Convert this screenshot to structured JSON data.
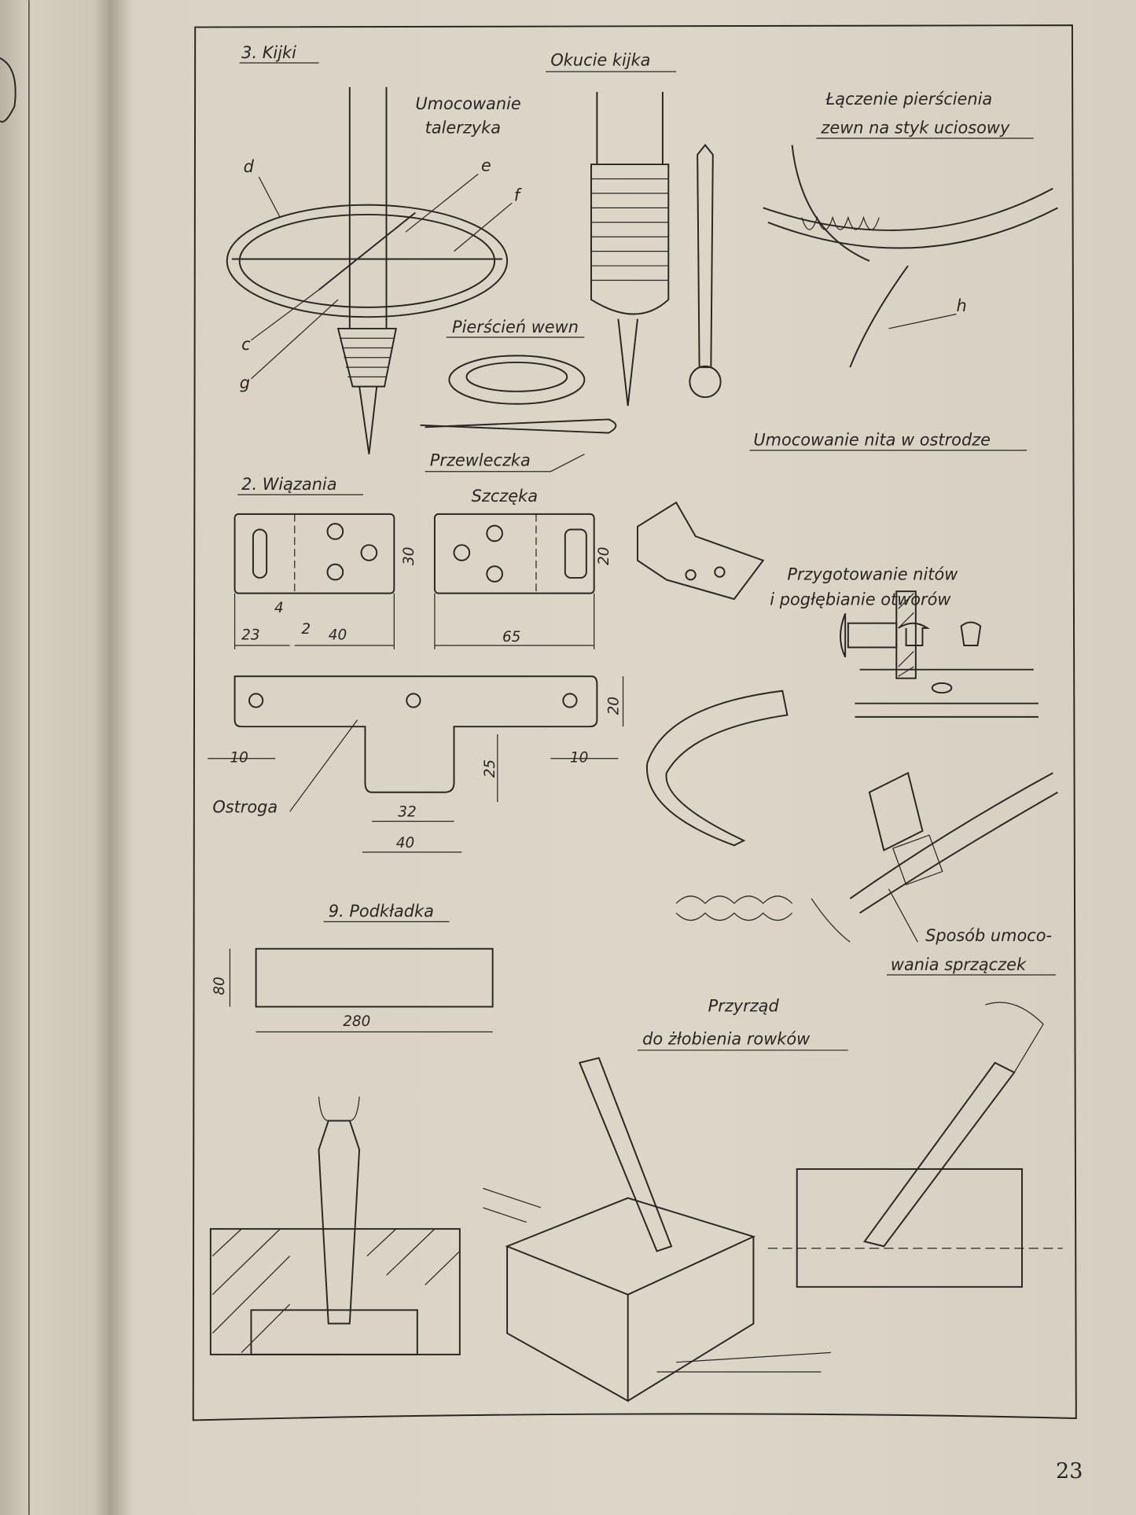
{
  "page_number": "23",
  "sections": {
    "kijki": "3. Kijki",
    "okucie": "Okucie kijka",
    "umocowanie_talerzyka": [
      "Umocowanie",
      "talerzyka"
    ],
    "laczenie": [
      "Łączenie pierścienia",
      "zewn na styk uciosowy"
    ],
    "pierscien": "Pierścień wewn",
    "przewleczka": "Przewleczka",
    "nit": "Umocowanie nita w ostrodze",
    "wiazania": "2. Wiązania",
    "szczeka": "Szczęka",
    "przygotowanie": [
      "Przygotowanie nitów",
      "i pogłębianie otworów"
    ],
    "ostroga": "Ostroga",
    "podkladka": "9. Podkładka",
    "sposob": [
      "Sposób umoco-",
      "wania sprzączek"
    ],
    "przyrzad": [
      "Przyrząd",
      "do żłobienia rowków"
    ]
  },
  "part_letters": {
    "d": "d",
    "e": "e",
    "f": "f",
    "c": "c",
    "g": "g",
    "h": "h"
  },
  "dimensions": {
    "szczeka_height": "30",
    "szczeka_slot": "20",
    "slot_width": "4",
    "slot_offset": "23",
    "gap": "2",
    "hole_span": "40",
    "szczeka_length": "65",
    "ostroga_height": "20",
    "ostroga_edge_left": "10",
    "ostroga_edge_right": "10",
    "ostroga_depth": "25",
    "ostroga_inner": "32",
    "ostroga_outer": "40",
    "podkladka_height": "80",
    "podkladka_length": "280"
  }
}
